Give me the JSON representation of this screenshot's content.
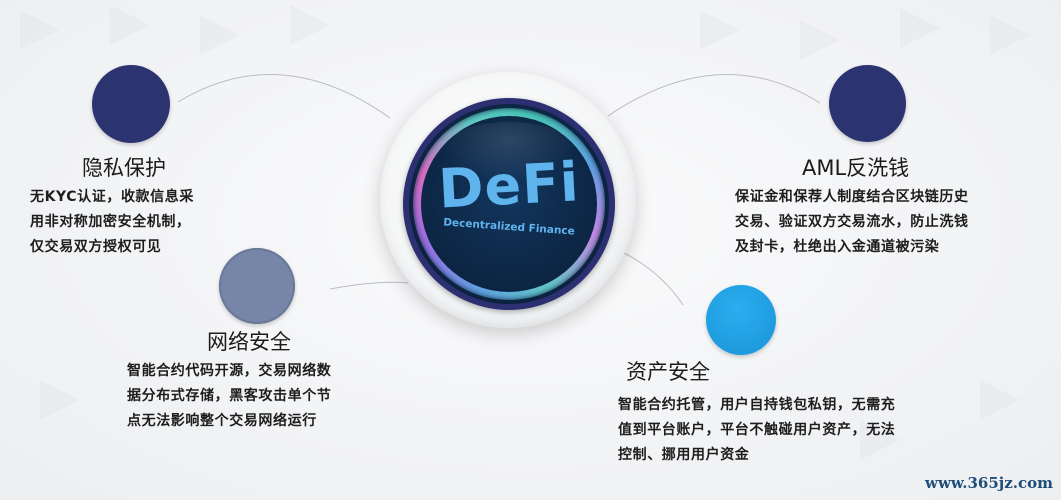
{
  "center": {
    "title": "DeFi",
    "subtitle": "Decentralized Finance"
  },
  "features": [
    {
      "id": "privacy",
      "title": "隐私保护",
      "lines": [
        "无KYC认证，收款信息采",
        "用非对称加密安全机制，",
        "仅交易双方授权可见"
      ],
      "dot_color": "#2b3370"
    },
    {
      "id": "network",
      "title": "网络安全",
      "lines": [
        "智能合约代码开源，交易网络数",
        "据分布式存储，黑客攻击单个节",
        "点无法影响整个交易网络运行"
      ],
      "dot_color": "#7786a8"
    },
    {
      "id": "aml",
      "title": "AML反洗钱",
      "lines": [
        "保证金和保荐人制度结合区块链历史",
        "交易、验证双方交易流水，防止洗钱",
        "及封卡，杜绝出入金通道被污染"
      ],
      "dot_color": "#2b3370"
    },
    {
      "id": "assets",
      "title": "资产安全",
      "lines": [
        "智能合约托管，用户自持钱包私钥，无需充",
        "值到平台账户，平台不触碰用户资产，无法",
        "控制、挪用用户资金"
      ],
      "dot_color": "#1f9ce0"
    }
  ],
  "watermark": "www.365jz.com"
}
